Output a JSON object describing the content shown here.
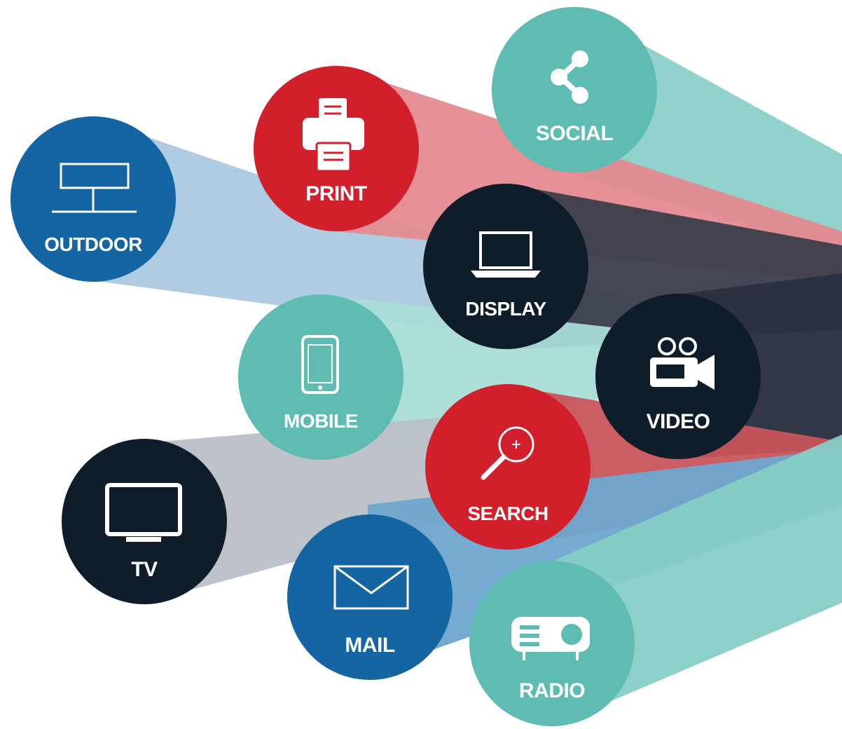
{
  "channels": [
    {
      "id": "social",
      "label": "SOCIAL",
      "color": "#5fbcb3",
      "beam_color": "#8bd0c9",
      "icon": "share-icon"
    },
    {
      "id": "print",
      "label": "PRINT",
      "color": "#d11f2c",
      "beam_color": "#e48a8f",
      "icon": "printer-icon"
    },
    {
      "id": "outdoor",
      "label": "OUTDOOR",
      "color": "#1565a2",
      "beam_color": "#a6c7e0",
      "icon": "billboard-icon"
    },
    {
      "id": "display",
      "label": "DISPLAY",
      "color": "#0f1d2b",
      "beam_color": "#3b3e4b",
      "icon": "laptop-icon"
    },
    {
      "id": "mobile",
      "label": "MOBILE",
      "color": "#5fbcb3",
      "beam_color": "#a9dcd6",
      "icon": "smartphone-icon"
    },
    {
      "id": "video",
      "label": "VIDEO",
      "color": "#0f1d2b",
      "beam_color": "#2a3140",
      "icon": "video-camera-icon"
    },
    {
      "id": "search",
      "label": "SEARCH",
      "color": "#d11f2c",
      "beam_color": "#c8545c",
      "icon": "magnifier-icon"
    },
    {
      "id": "tv",
      "label": "TV",
      "color": "#0f1d2b",
      "beam_color": "#b9c0c6",
      "icon": "television-icon"
    },
    {
      "id": "mail",
      "label": "MAIL",
      "color": "#1565a2",
      "beam_color": "#6fa6cf",
      "icon": "envelope-icon"
    },
    {
      "id": "radio",
      "label": "RADIO",
      "color": "#5fbcb3",
      "beam_color": "#86cdc6",
      "icon": "projector-radio-icon"
    }
  ]
}
